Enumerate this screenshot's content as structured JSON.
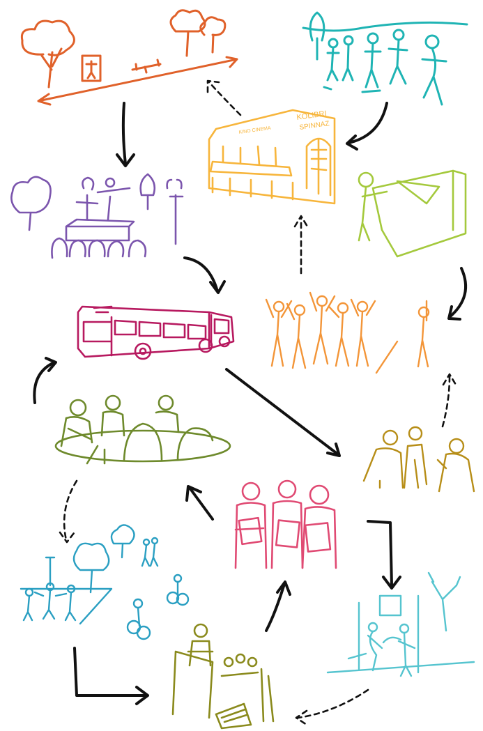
{
  "sketch_labels": {
    "cinema_sign": "KOLIBRI",
    "cinema_sign_2": "SPINNAZ",
    "cinema_small_sign": "KINO CINEMA"
  },
  "colors": {
    "park_orange": "#e0612a",
    "walkers_teal": "#1fb4b4",
    "stage_purple": "#7b55ad",
    "cinema_yellow": "#f7b53b",
    "vendor_lime": "#a4c93c",
    "bus_magenta": "#b7195f",
    "dancers_orange": "#f39538",
    "meeting_green": "#6e8a2c",
    "group_ochre": "#b78e18",
    "readers_pink": "#e04a73",
    "plaza_blue": "#2a9fc2",
    "cleanup_cyan": "#55c4cf",
    "piano_olive": "#8a8a1c",
    "arrow_black": "#111111"
  },
  "icons": [
    "park-seesaw-sketch-icon",
    "people-walking-sketch-icon",
    "cinema-building-sketch-icon",
    "outdoor-stage-sketch-icon",
    "market-stall-sketch-icon",
    "city-bus-sketch-icon",
    "dancers-sketch-icon",
    "round-table-meeting-sketch-icon",
    "people-talking-sketch-icon",
    "people-holding-folders-sketch-icon",
    "plaza-cyclists-sketch-icon",
    "street-cleaning-sketch-icon",
    "street-piano-audience-sketch-icon"
  ]
}
